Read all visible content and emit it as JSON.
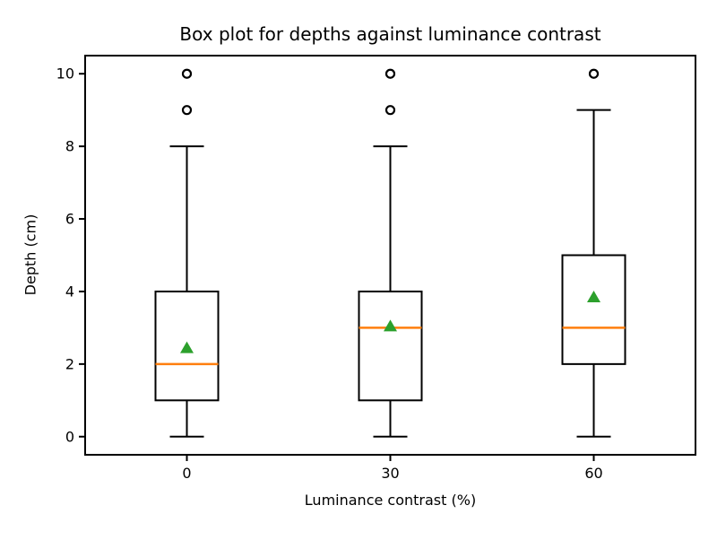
{
  "chart_data": {
    "type": "boxplot",
    "title": "Box plot for depths against luminance contrast",
    "xlabel": "Luminance contrast (%)",
    "ylabel": "Depth (cm)",
    "categories": [
      "0",
      "30",
      "60"
    ],
    "yticks": [
      0,
      2,
      4,
      6,
      8,
      10
    ],
    "ylim": [
      -0.5,
      10.5
    ],
    "grid": false,
    "legend": null,
    "series": [
      {
        "category": "0",
        "whisker_low": 0,
        "q1": 1,
        "median": 2,
        "q3": 4,
        "whisker_high": 8,
        "mean": 2.45,
        "outliers": [
          9,
          10
        ]
      },
      {
        "category": "30",
        "whisker_low": 0,
        "q1": 1,
        "median": 3,
        "q3": 4,
        "whisker_high": 8,
        "mean": 3.05,
        "outliers": [
          9,
          10
        ]
      },
      {
        "category": "60",
        "whisker_low": 0,
        "q1": 2,
        "median": 3,
        "q3": 5,
        "whisker_high": 9,
        "mean": 3.85,
        "outliers": [
          10
        ]
      }
    ],
    "colors": {
      "line": "#000000",
      "median": "#ff7f0e",
      "mean_marker": "#2ca02c",
      "background": "#ffffff"
    }
  }
}
